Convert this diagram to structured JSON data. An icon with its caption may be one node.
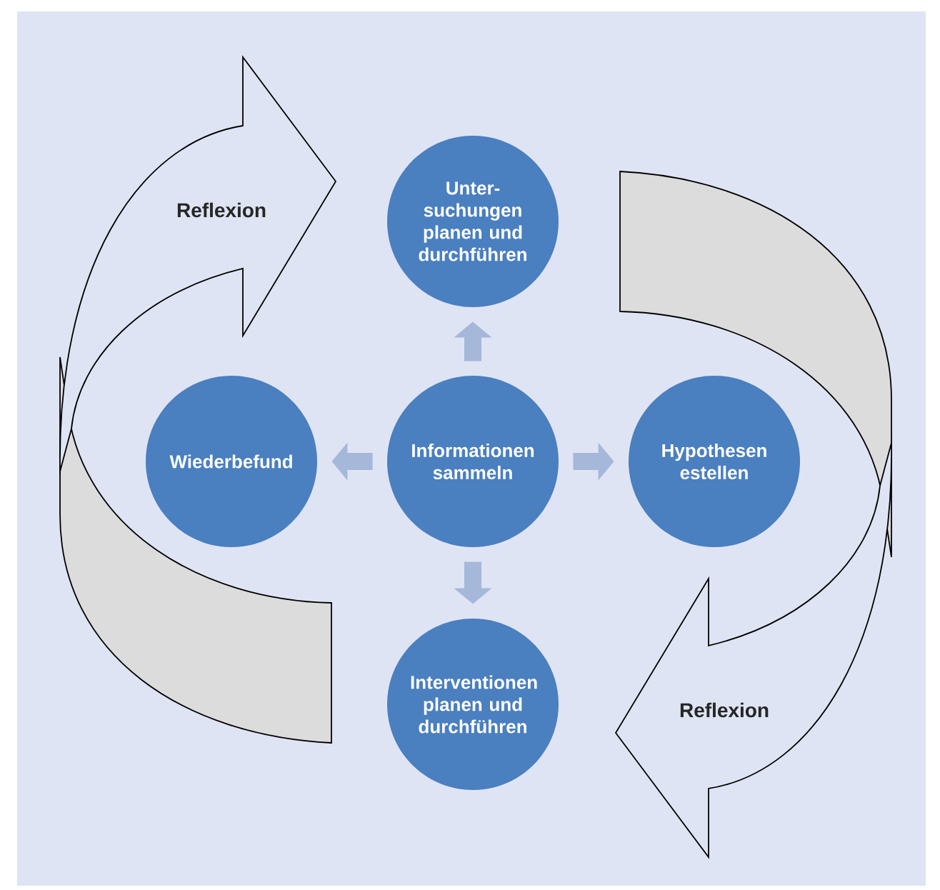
{
  "diagram": {
    "nodes": [
      {
        "text": [
          "Unter-suchungen planen und durchführen"
        ]
      },
      {
        "text": [
          "Wiederbefund"
        ]
      },
      {
        "text": [
          "Informationen sammeln"
        ]
      },
      {
        "text": [
          "Hypothesen estellen"
        ]
      },
      {
        "text": [
          "Interventionen planen und durchführen"
        ]
      }
    ],
    "edges": [
      {
        "from": 2,
        "to": 0,
        "arrow": "to"
      },
      {
        "from": 2,
        "to": 1,
        "arrow": "to"
      },
      {
        "from": 2,
        "to": 3,
        "arrow": "to"
      },
      {
        "from": 2,
        "to": 4,
        "arrow": "to"
      }
    ],
    "labels": [
      "Reflexion",
      "Reflexion"
    ]
  }
}
